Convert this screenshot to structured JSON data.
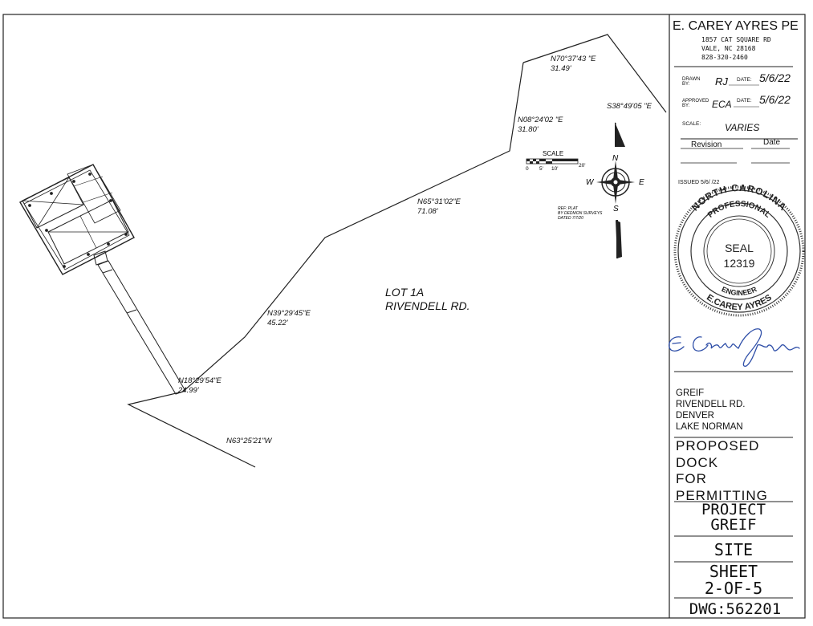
{
  "drawing": {
    "lot": {
      "line1": "LOT 1A",
      "line2": "RIVENDELL RD."
    },
    "bearings": [
      {
        "id": "b1",
        "bearing": "N70°37'43 \"E",
        "distance": "31.49'"
      },
      {
        "id": "b2",
        "bearing": "S38°49'05 \"E",
        "distance": ""
      },
      {
        "id": "b3",
        "bearing": "N08°24'02 \"E",
        "distance": "31.80'"
      },
      {
        "id": "b4",
        "bearing": "N65°31'02\"E",
        "distance": "71.08'"
      },
      {
        "id": "b5",
        "bearing": "N39°29'45\"E",
        "distance": "45.22'"
      },
      {
        "id": "b6",
        "bearing": "N18°29'54\"E",
        "distance": "24.99'"
      },
      {
        "id": "b7",
        "bearing": "N63°25'21\"W",
        "distance": ""
      }
    ],
    "scale_bar": {
      "title": "SCALE",
      "ticks": [
        "0",
        "5'",
        "10'",
        "20'"
      ]
    },
    "compass": {
      "n": "N",
      "e": "E",
      "s": "S",
      "w": "W"
    },
    "ref_note": [
      "REF: PLAT",
      "BY DEDMON SURVEYS",
      "DATED 7/7/20"
    ]
  },
  "title_block": {
    "firm": "E. CAREY AYRES PE",
    "address": [
      "1857 CAT SQUARE RD",
      "VALE, NC 28168",
      "828-320-2460"
    ],
    "drawn_by_label": "DRAWN BY:",
    "drawn_by": "RJ",
    "date_label": "DATE:",
    "drawn_date": "5/6/22",
    "approved_by_label": "APPROVED BY:",
    "approved_by": "ECA",
    "approved_date": "5/6/22",
    "scale_label": "SCALE:",
    "scale_value": "VARIES",
    "revision_header": "Revision",
    "date_header": "Date",
    "issued": "ISSUED 5/6/ /22",
    "seal": {
      "top_text": "NORTH CAROLINA",
      "inner_text": "PROFESSIONAL",
      "center_line1": "SEAL",
      "center_line2": "12319",
      "bottom_inner": "ENGINEER",
      "bottom_outer": "E.CAREY AYRES"
    },
    "signature": "E. Carey Ayres",
    "project_info": [
      "GREIF",
      "RIVENDELL RD.",
      "DENVER",
      "LAKE NORMAN"
    ],
    "purpose": [
      "PROPOSED",
      "DOCK",
      "FOR",
      "PERMITTING"
    ],
    "project_label": "PROJECT",
    "project_name": "GREIF",
    "site": "SITE",
    "sheet_label": "SHEET",
    "sheet_number": "2-OF-5",
    "dwg": "DWG:562201"
  }
}
